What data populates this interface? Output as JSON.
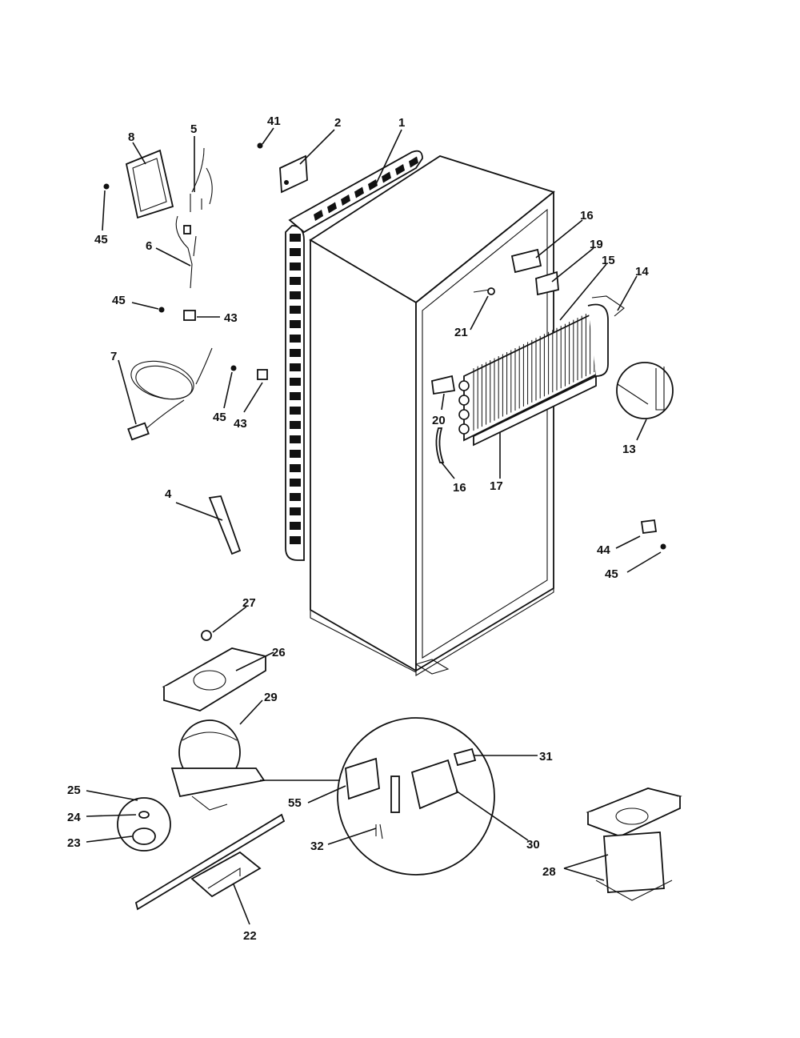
{
  "callouts": {
    "c1": "1",
    "c2": "2",
    "c41": "41",
    "c5": "5",
    "c8": "8",
    "c45a": "45",
    "c6": "6",
    "c45b": "45",
    "c43a": "43",
    "c7": "7",
    "c45c": "45",
    "c43b": "43",
    "c16a": "16",
    "c19": "19",
    "c15": "15",
    "c14": "14",
    "c21": "21",
    "c20": "20",
    "c13": "13",
    "c16b": "16",
    "c17": "17",
    "c4": "4",
    "c44": "44",
    "c45d": "45",
    "c27": "27",
    "c26": "26",
    "c29": "29",
    "c31": "31",
    "c25": "25",
    "c55": "55",
    "c24": "24",
    "c23": "23",
    "c32": "32",
    "c30": "30",
    "c28": "28",
    "c22": "22"
  }
}
